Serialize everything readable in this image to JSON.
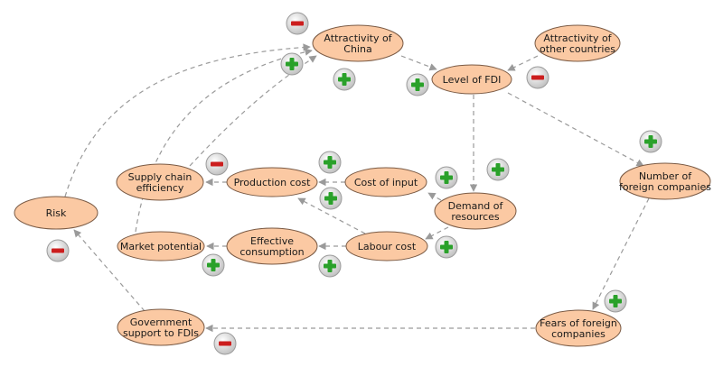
{
  "colors": {
    "node_fill": "#fbc9a3",
    "node_stroke": "#7a5a44",
    "arrow": "#9a9a9a",
    "badge_outer": "#d7d7d7",
    "plus_sign": "#2aa12a",
    "minus_sign": "#cc1e1e"
  },
  "nodes": {
    "attractivity_china": [
      "Attractivity of",
      "China"
    ],
    "attractivity_other": [
      "Attractivity of",
      "other countries"
    ],
    "level_fdi": [
      "Level of FDI"
    ],
    "supply_chain": [
      "Supply chain",
      "efficiency"
    ],
    "production_cost": [
      "Production cost"
    ],
    "cost_input": [
      "Cost of input"
    ],
    "demand_resources": [
      "Demand of",
      "resources"
    ],
    "number_foreign": [
      "Number of",
      "foreign companies"
    ],
    "risk": [
      "Risk"
    ],
    "market_potential": [
      "Market potential"
    ],
    "effective_consumption": [
      "Effective",
      "consumption"
    ],
    "labour_cost": [
      "Labour cost"
    ],
    "government_support": [
      "Government",
      "support to FDIs"
    ],
    "fears_foreign": [
      "Fears of foreign",
      "companies"
    ]
  },
  "edges": [
    {
      "from": "risk",
      "to": "attractivity_china",
      "polarity": "minus"
    },
    {
      "from": "market_potential",
      "to": "attractivity_china",
      "polarity": "plus"
    },
    {
      "from": "supply_chain",
      "to": "attractivity_china",
      "polarity": "plus"
    },
    {
      "from": "attractivity_china",
      "to": "level_fdi",
      "polarity": "plus"
    },
    {
      "from": "attractivity_other",
      "to": "level_fdi",
      "polarity": "minus"
    },
    {
      "from": "level_fdi",
      "to": "demand_resources",
      "polarity": "plus"
    },
    {
      "from": "level_fdi",
      "to": "number_foreign",
      "polarity": "plus"
    },
    {
      "from": "production_cost",
      "to": "supply_chain",
      "polarity": "minus"
    },
    {
      "from": "cost_input",
      "to": "production_cost",
      "polarity": "plus"
    },
    {
      "from": "demand_resources",
      "to": "cost_input",
      "polarity": "plus"
    },
    {
      "from": "demand_resources",
      "to": "labour_cost",
      "polarity": "plus"
    },
    {
      "from": "labour_cost",
      "to": "production_cost",
      "polarity": "plus"
    },
    {
      "from": "labour_cost",
      "to": "effective_consumption",
      "polarity": "plus"
    },
    {
      "from": "effective_consumption",
      "to": "market_potential",
      "polarity": "plus"
    },
    {
      "from": "number_foreign",
      "to": "fears_foreign",
      "polarity": "plus"
    },
    {
      "from": "fears_foreign",
      "to": "government_support",
      "polarity": "minus"
    },
    {
      "from": "government_support",
      "to": "risk",
      "polarity": "minus"
    }
  ]
}
